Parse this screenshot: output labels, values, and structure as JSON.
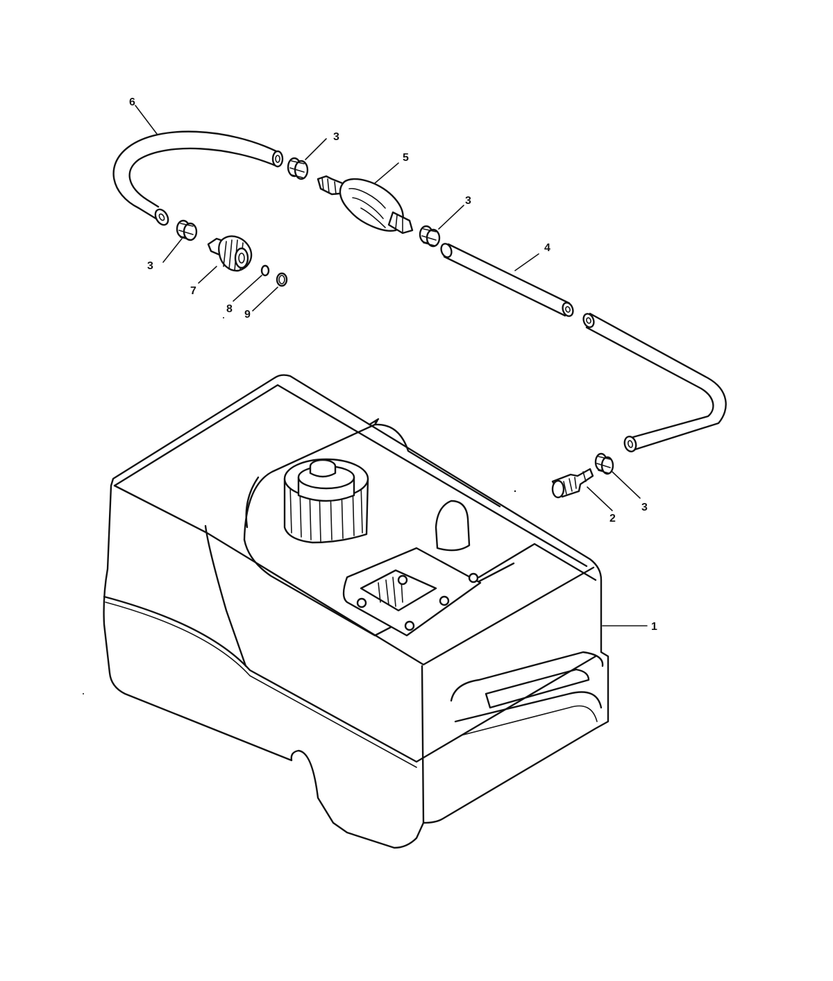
{
  "callouts": [
    {
      "id": "c1",
      "text": "1"
    },
    {
      "id": "c2",
      "text": "2"
    },
    {
      "id": "c3a",
      "text": "3"
    },
    {
      "id": "c3b",
      "text": "3"
    },
    {
      "id": "c3c",
      "text": "3"
    },
    {
      "id": "c3d",
      "text": "3"
    },
    {
      "id": "c4",
      "text": "4"
    },
    {
      "id": "c5",
      "text": "5"
    },
    {
      "id": "c6",
      "text": "6"
    },
    {
      "id": "c7",
      "text": "7"
    },
    {
      "id": "c8",
      "text": "8"
    },
    {
      "id": "c9",
      "text": "9"
    }
  ]
}
